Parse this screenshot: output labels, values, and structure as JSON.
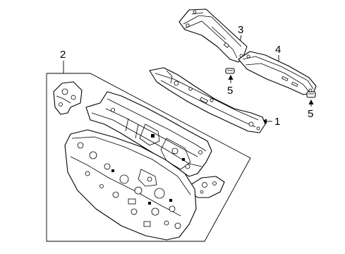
{
  "callouts": {
    "label_1": "1",
    "label_2": "2",
    "label_3": "3",
    "label_4": "4",
    "label_5a": "5",
    "label_5b": "5"
  }
}
